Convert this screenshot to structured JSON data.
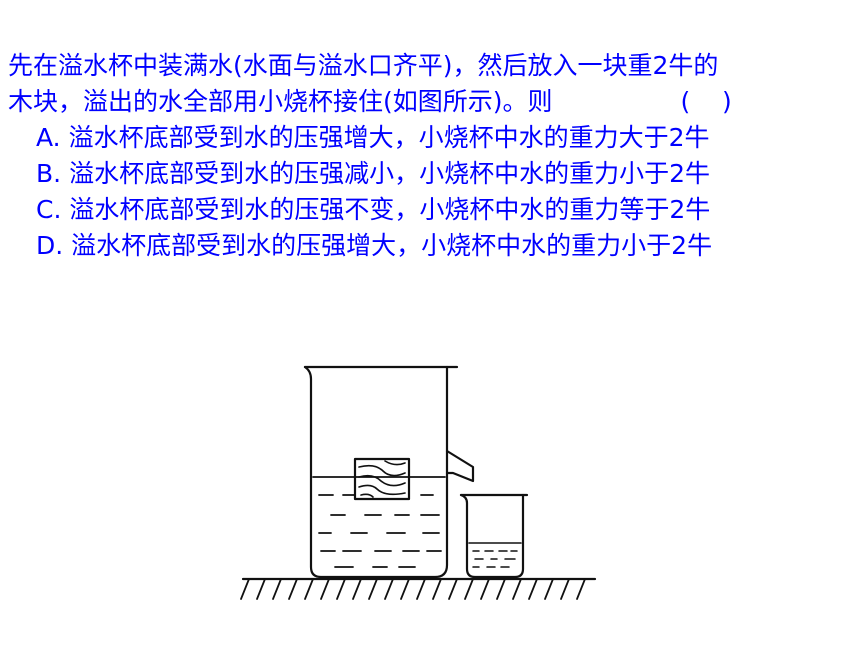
{
  "question": {
    "stem_line1": "先在溢水杯中装满水(水面与溢水口齐平)，然后放入一块重2牛的",
    "stem_line2": "木块，溢出的水全部用小烧杯接住(如图所示)。则",
    "blank": "(    )",
    "options": [
      {
        "label": "A.",
        "text": "溢水杯底部受到水的压强增大，小烧杯中水的重力大于2牛"
      },
      {
        "label": "B.",
        "text": "溢水杯底部受到水的压强减小，小烧杯中水的重力小于2牛"
      },
      {
        "label": "C.",
        "text": "溢水杯底部受到水的压强不变，小烧杯中水的重力等于2牛"
      },
      {
        "label": "D.",
        "text": "溢水杯底部受到水的压强增大，小烧杯中水的重力小于2牛"
      }
    ]
  },
  "figure": {
    "ink_color": "#111111"
  }
}
